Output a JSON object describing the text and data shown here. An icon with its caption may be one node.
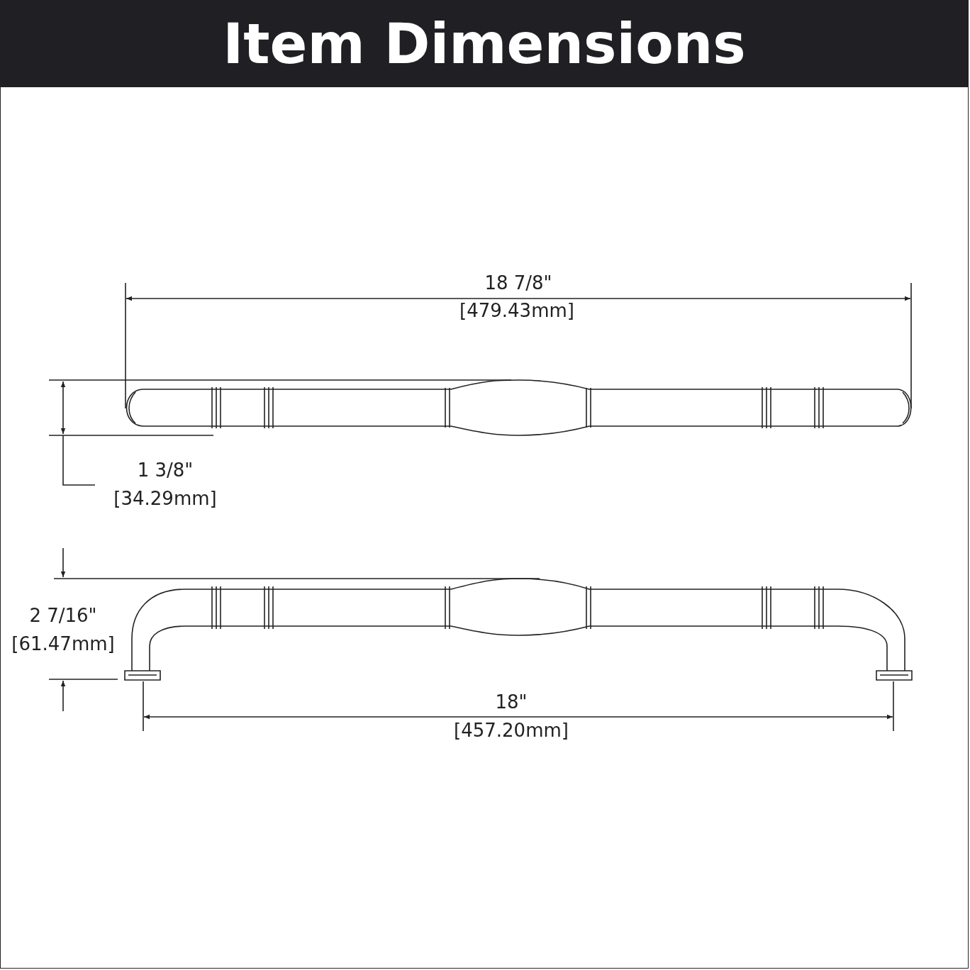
{
  "diagram": {
    "title": "Item Dimensions",
    "labels": [
      "18 7/8\"",
      "[479.43mm]",
      "1 3/8\"",
      "[34.29mm]",
      "2 7/16\"",
      "[61.47mm]",
      "18\"",
      "[457.20mm]"
    ]
  }
}
